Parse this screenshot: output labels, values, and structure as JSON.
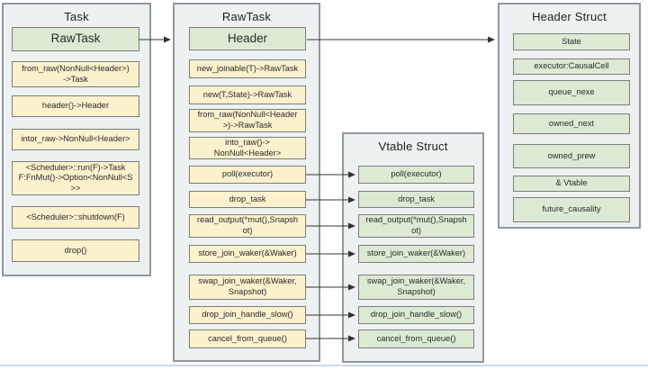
{
  "colors": {
    "container_fill": "#edf1f2",
    "container_border": "#8f989d",
    "yellow_node_fill": "#fbf1cd",
    "green_node_fill": "#dcead4",
    "node_border": "#7d7d7d",
    "arrow": "#333333",
    "page_bottom_line": "#c9d9ea"
  },
  "task": {
    "title": "Task",
    "items": [
      "RawTask",
      "from_raw(NonNull<Header>)\n->Task",
      "header()->Header",
      "intor_raw->NonNull<Header>",
      "<Scheduler>::run(F)->Task\nF:FnMut()->Option<NonNull<S\n>>",
      "<Scheduler>::shutdown(F)",
      "drop()"
    ]
  },
  "rawtask": {
    "title": "RawTask",
    "items": [
      "Header",
      "new_joinable(T)->RawTask",
      "new(T,State)->RawTask",
      "from_raw(NonNull<Header\n>)->RawTask",
      "into_raw()->\nNonNull<Header>",
      "poll(executor)",
      "drop_task",
      "read_output(*mut(),Snapsh\not)",
      "store_join_waker(&Waker)",
      "swap_join_waker(&Waker,\nSnapshot)",
      "drop_join_handle_slow()",
      "cancel_from_queue()"
    ]
  },
  "vtable": {
    "title": "Vtable Struct",
    "items": [
      "poll(executor)",
      "drop_task",
      "read_output(*mut(),Snapsh\not)",
      "store_join_waker(&Waker)",
      "swap_join_waker(&Waker,\nSnapshot)",
      "drop_join_handle_slow()",
      "cancel_from_queue()"
    ]
  },
  "header_struct": {
    "title": "Header Struct",
    "items": [
      "State",
      "executor:CausalCell",
      "queue_nexe",
      "owned_next",
      "owned_prew",
      "& Vtable",
      "future_causality"
    ]
  }
}
